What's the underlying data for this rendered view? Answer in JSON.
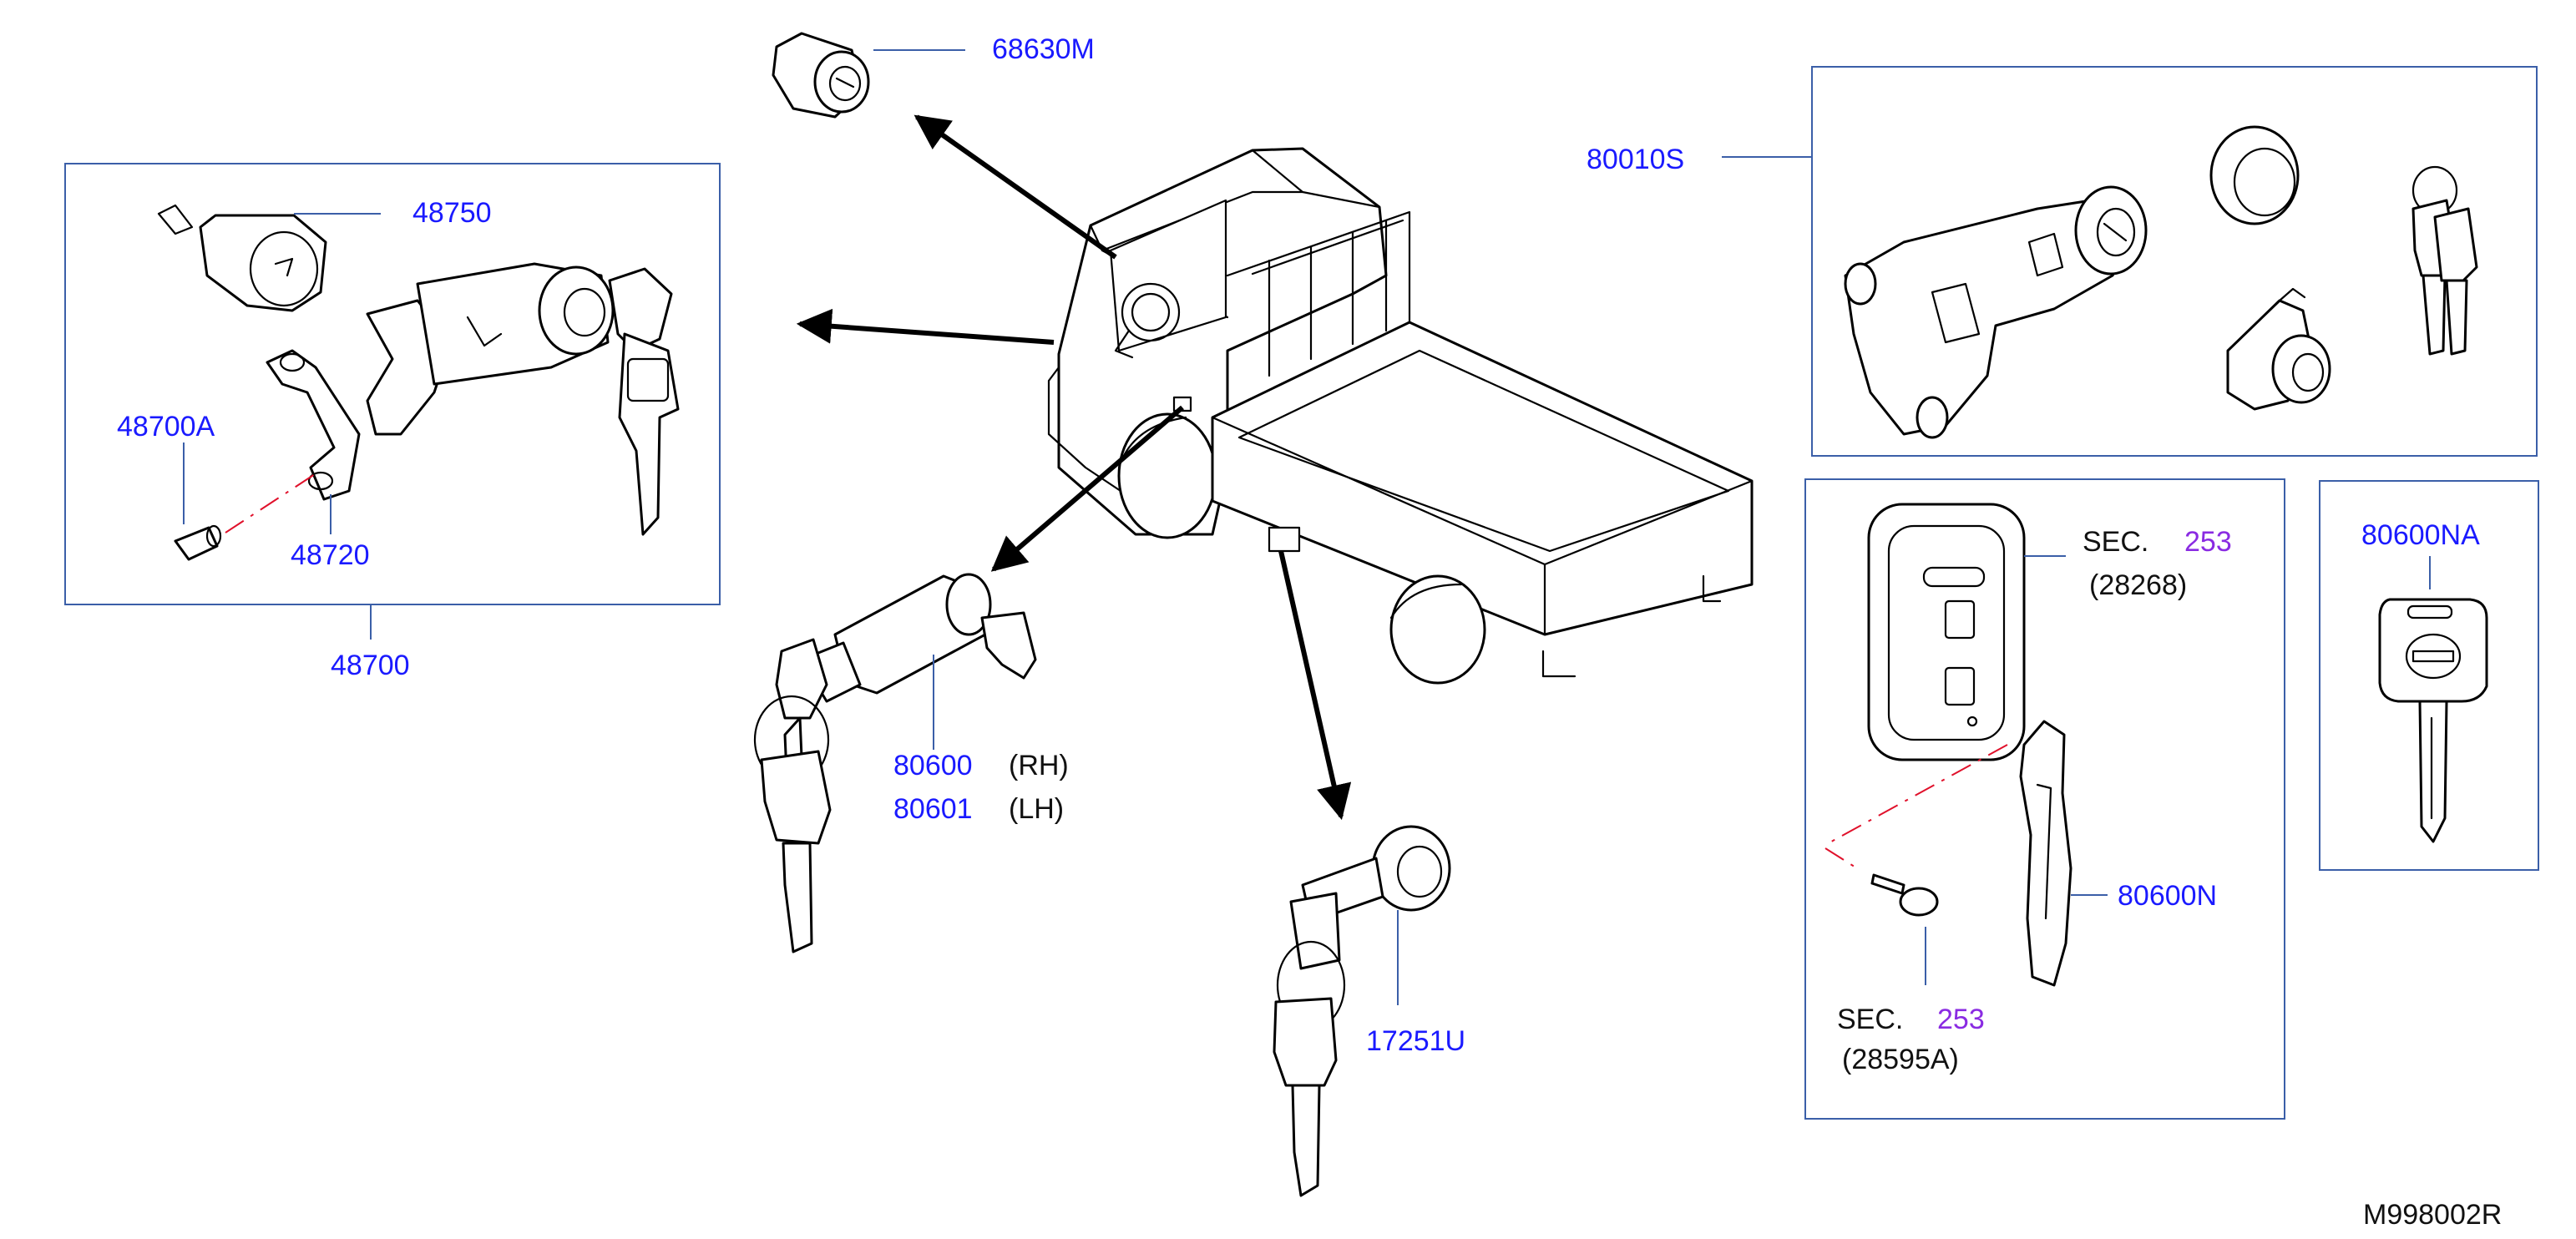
{
  "labels": {
    "p68630M": "68630M",
    "p80010S": "80010S",
    "p48750": "48750",
    "p48700A": "48700A",
    "p48720": "48720",
    "p48700": "48700",
    "p80600": "80600",
    "p80601": "80601",
    "rh": "(RH)",
    "lh": "(LH)",
    "p17251U": "17251U",
    "sec1": "SEC.",
    "sec1_num": "253",
    "sec1_ref": "(28268)",
    "p80600N": "80600N",
    "sec2": "SEC.",
    "sec2_num": "253",
    "sec2_ref": "(28595A)",
    "p80600NA": "80600NA",
    "diagram_id": "M998002R"
  },
  "colors": {
    "part_label": "#1a1aff",
    "section_number": "#8a2be2",
    "leader_and_box": "#3b5fa8",
    "dash_line": "#e0112b"
  }
}
